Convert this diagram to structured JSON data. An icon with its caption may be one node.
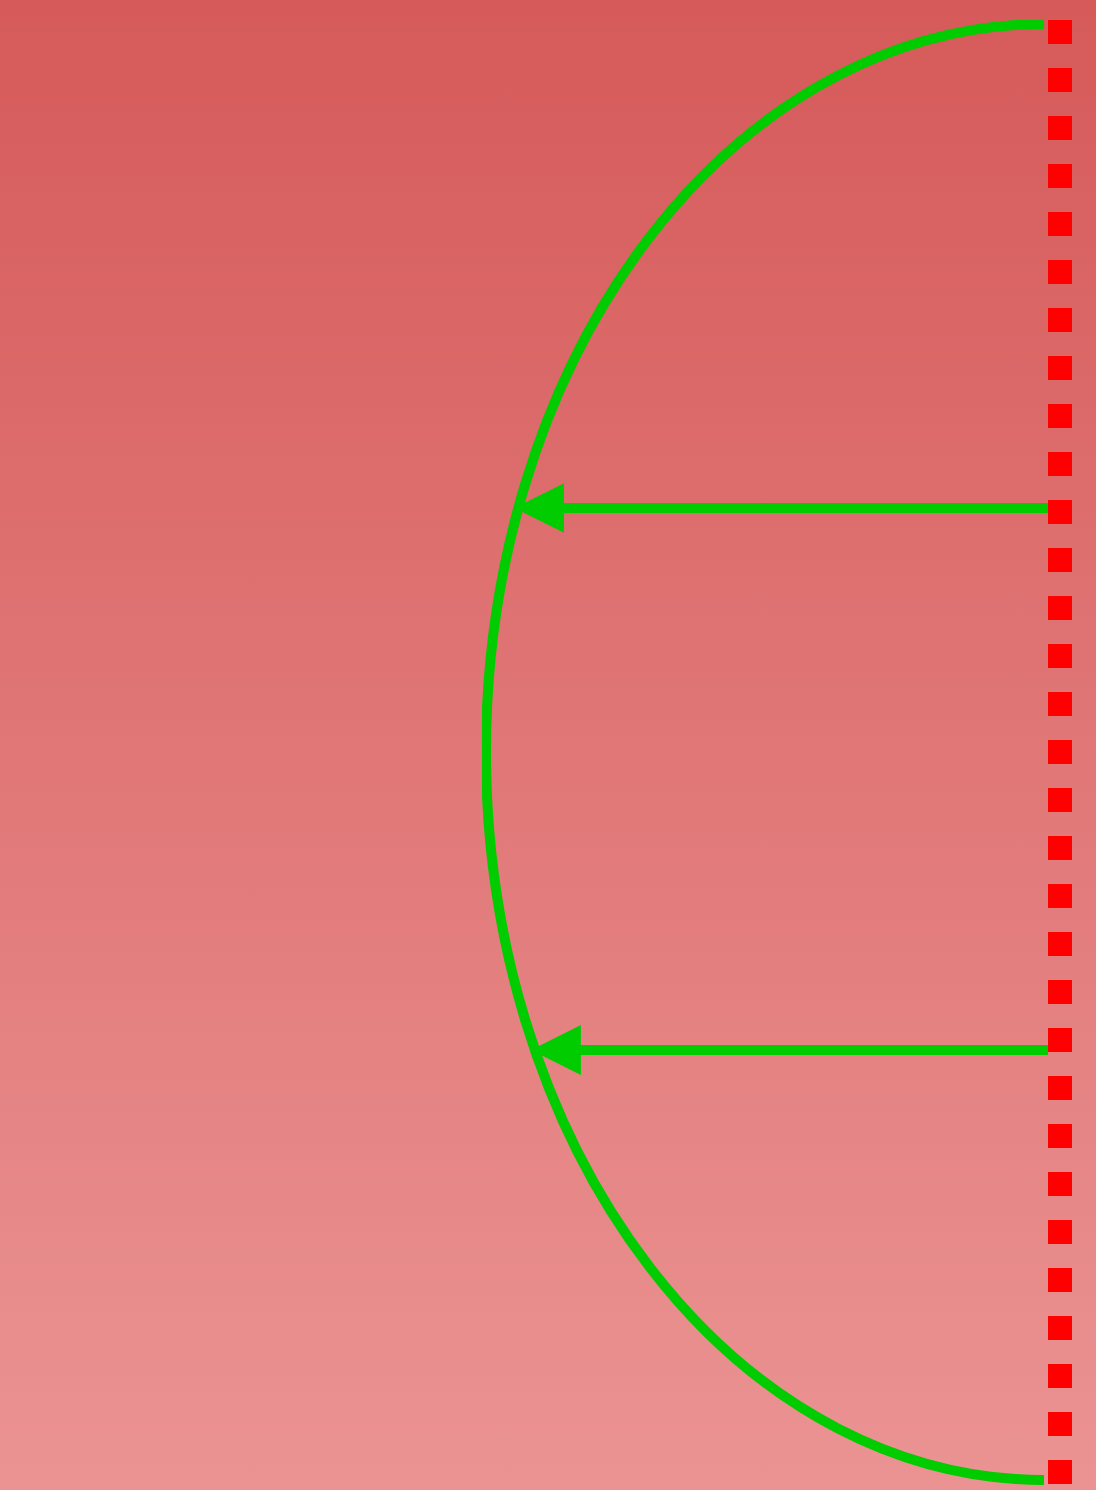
{
  "diagram": {
    "nodes": [
      {
        "text": [],
        "shape": "line"
      },
      {
        "text": [],
        "shape": "arc"
      }
    ],
    "edges": [
      {
        "from": 0,
        "to": 1,
        "arrow": "to"
      },
      {
        "from": 0,
        "to": 1,
        "arrow": "to"
      }
    ]
  }
}
